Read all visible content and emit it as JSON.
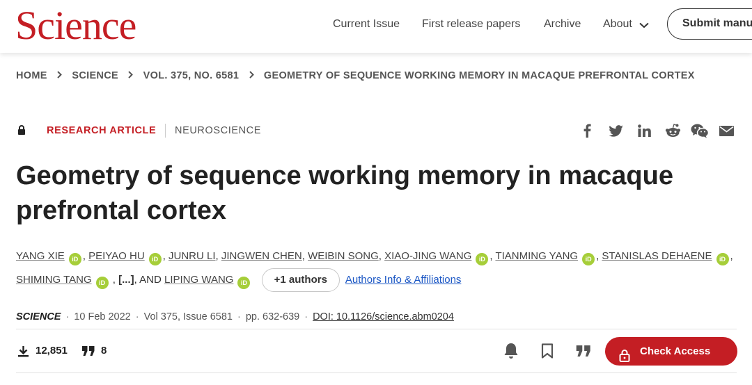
{
  "header": {
    "logo": "Science",
    "nav": [
      "Current Issue",
      "First release papers",
      "Archive",
      "About"
    ],
    "submit": "Submit manuscript"
  },
  "breadcrumb": [
    "HOME",
    "SCIENCE",
    "VOL. 375, NO. 6581",
    "GEOMETRY OF SEQUENCE WORKING MEMORY IN MACAQUE PREFRONTAL CORTEX"
  ],
  "article": {
    "type": "RESEARCH ARTICLE",
    "subject": "NEUROSCIENCE",
    "title": "Geometry of sequence working memory in macaque prefrontal cortex",
    "authors": [
      "YANG XIE",
      "PEIYAO HU",
      "JUNRU LI",
      "JINGWEN CHEN",
      "WEIBIN SONG",
      "XIAO-JING WANG",
      "TIANMING YANG",
      "STANISLAS DEHAENE",
      "SHIMING TANG",
      "[...]",
      "LIPING WANG"
    ],
    "orcid_label": "iD",
    "and_label": "AND",
    "more_authors": "+1 authors",
    "affiliations_link": "Authors Info & Affiliations",
    "journal": "SCIENCE",
    "date": "10 Feb 2022",
    "volume": "Vol 375, Issue 6581",
    "pages": "pp. 632-639",
    "doi": "DOI: 10.1126/science.abm0204"
  },
  "metrics": {
    "downloads": "12,851",
    "citations": "8"
  },
  "access_button": "Check Access",
  "colors": {
    "brand": "#c41e24",
    "link": "#1a56c4",
    "orcid": "#a6ce39"
  },
  "icons": [
    "lock-icon",
    "facebook-icon",
    "twitter-icon",
    "linkedin-icon",
    "reddit-icon",
    "wechat-icon",
    "email-icon",
    "download-icon",
    "quote-icon",
    "bell-icon",
    "bookmark-icon",
    "cite-icon"
  ]
}
